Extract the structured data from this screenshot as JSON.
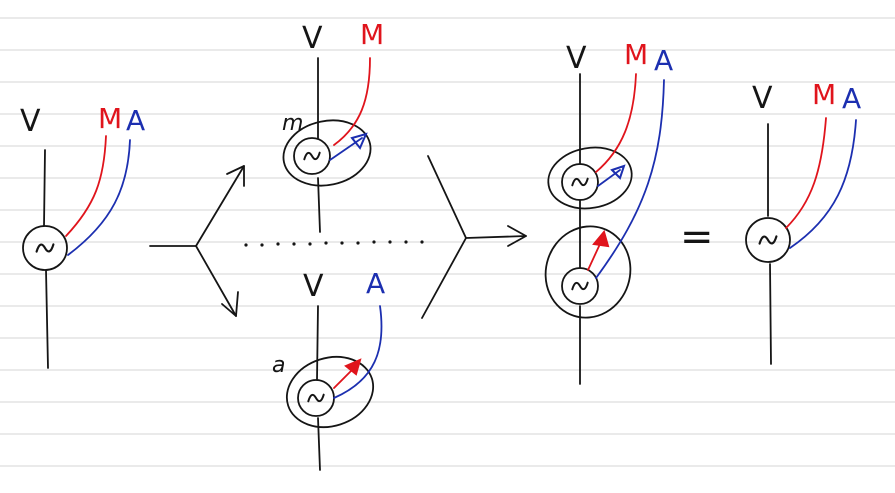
{
  "colors": {
    "ink": "#151515",
    "red": "#e0141c",
    "blue": "#1c2fb0",
    "rule": "#d6d6d6",
    "paper": "#ffffff"
  },
  "diagram": {
    "left": {
      "v": "V",
      "m": "M",
      "a": "A"
    },
    "top": {
      "v": "V",
      "m": "M",
      "node": "m"
    },
    "bottom": {
      "v": "V",
      "a": "A",
      "node": "a"
    },
    "combined": {
      "v": "V",
      "m": "M",
      "a": "A"
    },
    "result": {
      "v": "V",
      "m": "M",
      "a": "A"
    },
    "equals": "="
  }
}
